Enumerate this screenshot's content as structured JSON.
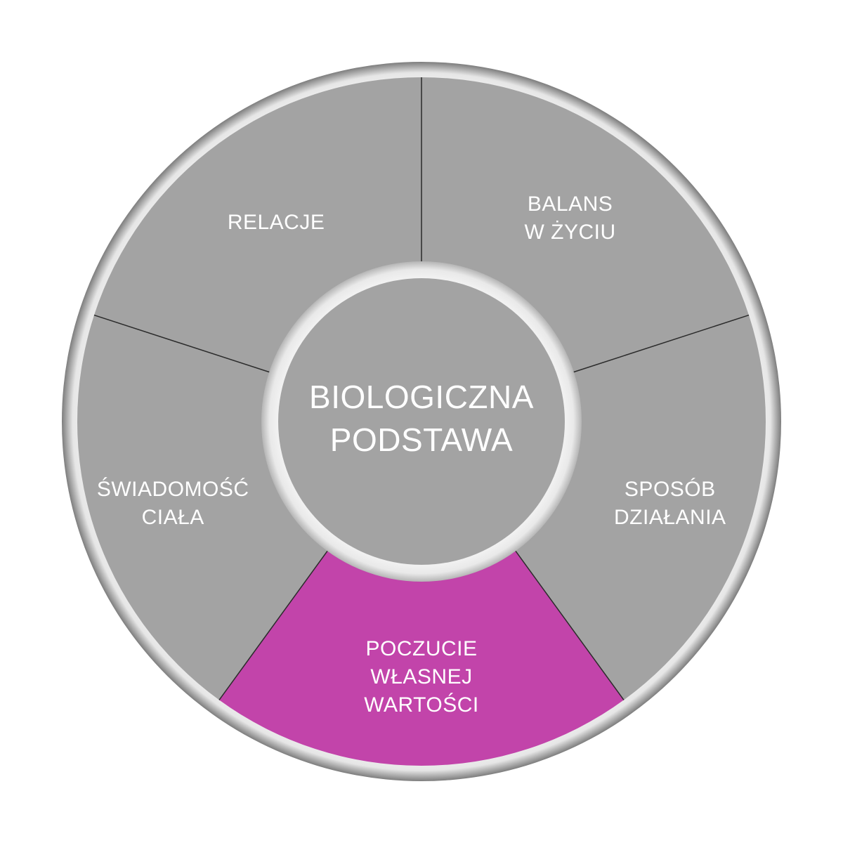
{
  "diagram": {
    "center": {
      "lines": [
        "BIOLOGICZNA",
        "PODSTAWA"
      ]
    },
    "segments": [
      {
        "id": "balans",
        "lines": [
          "BALANS",
          "W ŻYCIU"
        ],
        "highlighted": false
      },
      {
        "id": "sposob",
        "lines": [
          "SPOSÓB",
          "DZIAŁANIA"
        ],
        "highlighted": false
      },
      {
        "id": "poczucie",
        "lines": [
          "POCZUCIE",
          "WŁASNEJ",
          "WARTOŚCI"
        ],
        "highlighted": true
      },
      {
        "id": "swiadomosc",
        "lines": [
          "ŚWIADOMOŚĆ",
          "CIAŁA"
        ],
        "highlighted": false
      },
      {
        "id": "relacje",
        "lines": [
          "RELACJE"
        ],
        "highlighted": false
      }
    ],
    "colors": {
      "segment": "#a3a3a3",
      "highlight": "#c244aa",
      "divider": "#2b2b2b",
      "ring": "#e4e4e4",
      "ring_edge": "#8f8f8f",
      "label": "#ffffff"
    }
  }
}
